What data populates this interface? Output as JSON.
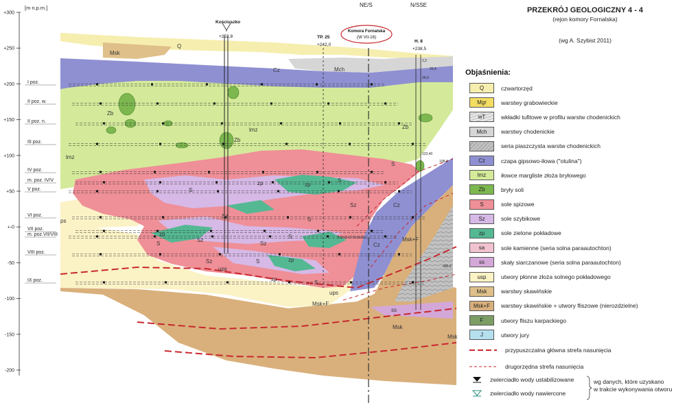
{
  "titles": {
    "main": "PRZEKRÓJ GEOLOGICZNY 4 - 4",
    "subtitle": "(rejon komory Fornalska)",
    "author": "(wg A. Szybist 2011)"
  },
  "axis": {
    "unit": "[m n.p.m.]",
    "ticks": [
      "+300",
      "+250",
      "+200",
      "+150",
      "+100",
      "+50",
      "+-0",
      "-50",
      "-100",
      "-150",
      "-200"
    ]
  },
  "levels": [
    "I poz.",
    "II poz. w.",
    "II poz. n.",
    "III poz.",
    "IV poz.",
    "m. poz. IV/V",
    "V poz.",
    "VI poz.",
    "VII poz.",
    "m. poz.VII/VIII",
    "VIII poz.",
    "IX poz."
  ],
  "boreholes": [
    {
      "name": "Kościuszko",
      "elev": "+252,8"
    },
    {
      "name": "TP. 25",
      "elev": "+242,0"
    },
    {
      "name": "H. 8",
      "elev": "+238,5"
    }
  ],
  "chamber": {
    "name": "Komora Fornalska",
    "code": "(W VII-16)",
    "inner_label": "Komora Fornalska"
  },
  "directions": [
    "NE/S",
    "N/SSE"
  ],
  "borehole_values": [
    "2,2",
    "20,4",
    "26,6",
    "123,40",
    "108,4",
    "390,0"
  ],
  "geo_labels": {
    "Q": "Q",
    "Msk": "Msk",
    "Cz": "Cz",
    "Mch": "Mch",
    "lmz": "lmz",
    "Zb": "Zb",
    "S": "S",
    "Sz": "Sz",
    "zp": "zp",
    "ups": "ups",
    "ps": "ps",
    "MskF": "Msk+F",
    "ss": "ss"
  },
  "legend": {
    "heading": "Objaśnienia:",
    "items": [
      {
        "code": "Q",
        "label": "czwartorzęd",
        "color": "#f6eeae"
      },
      {
        "code": "Mgr",
        "label": "warstwy grabowieckie",
        "color": "#f3dd62"
      },
      {
        "code": "wT",
        "label": "wkładki tufitowe w profilu warstw chodenickich",
        "color": "#e4e4e4"
      },
      {
        "code": "Mch",
        "label": "warstwy chodenickie",
        "color": "#d6d6d6"
      },
      {
        "code": "",
        "label": "seria piaszczysta warstw chodenickich",
        "color": "#c2c2c2"
      },
      {
        "code": "Cz",
        "label": "czapa gipsowo-iłowa (\"otulina\")",
        "color": "#8f90d2"
      },
      {
        "code": "lmz",
        "label": "iłowce margliste złoża bryłowego",
        "color": "#d4ea9a"
      },
      {
        "code": "Zb",
        "label": "bryły soli",
        "color": "#7cb84f"
      },
      {
        "code": "S",
        "label": "sole spizowe",
        "color": "#ef8f97"
      },
      {
        "code": "Sz",
        "label": "sole szybikowe",
        "color": "#d6b9e6"
      },
      {
        "code": "zp",
        "label": "sole zielone pokładowe",
        "color": "#54b893"
      },
      {
        "code": "sa",
        "label": "sole kamienne (seria solna paraautochton)",
        "color": "#f1c2cf"
      },
      {
        "code": "ss",
        "label": "skały siarczanowe (seria solna paraautochton)",
        "color": "#d3a8d8"
      },
      {
        "code": "usp",
        "label": "utwory płonne złoża solnego pokładowego",
        "color": "#fbf2c6"
      },
      {
        "code": "Msk",
        "label": "warstwy skawińskie",
        "color": "#dfc08a"
      },
      {
        "code": "Msk+F",
        "label": "warstwy skawińskie + utwory fliszowe (nierozdzielne)",
        "color": "#d9b07c"
      },
      {
        "code": "F",
        "label": "utwory fliszu karpackiego",
        "color": "#7c9d64"
      },
      {
        "code": "J",
        "label": "utwory jury",
        "color": "#b5e1ef"
      }
    ],
    "lines": [
      {
        "label": "przypuszczalna główna strefa nasunięcia"
      },
      {
        "label": "drugorzędna strefa nasunięcia"
      }
    ],
    "water": {
      "stable": "zwierciadło wody ustabilizowane",
      "found": "zwierciadło wody nawiercone",
      "note_line1": "wg danych, które uzyskano",
      "note_line2": "w trakcie wykonywania otworu"
    }
  },
  "colors": {
    "q": "#f6eeae",
    "msk": "#dfc08a",
    "mskf": "#d9b07c",
    "cz": "#8f90d2",
    "mch": "#d6d6d6",
    "lmz": "#d4ea9a",
    "zb": "#7cb84f",
    "s": "#ef8f97",
    "sz": "#d6b9e6",
    "zp": "#54b893",
    "usp": "#fbf2c6",
    "ss": "#d3a8d8",
    "main_thrust": "#c8262d",
    "secondary_thrust": "#c8262d"
  }
}
